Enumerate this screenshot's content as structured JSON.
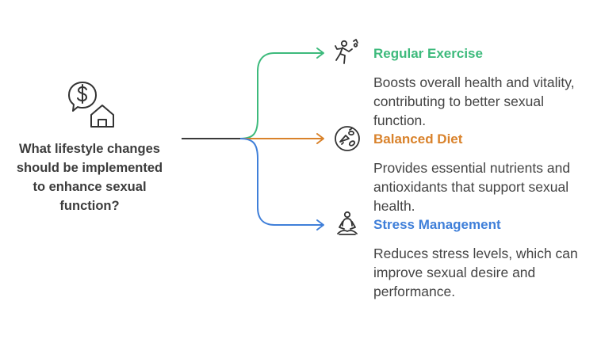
{
  "question": {
    "text": "What lifestyle changes should be implemented to enhance sexual function?",
    "icon": "money-house-icon"
  },
  "branches": [
    {
      "title": "Regular Exercise",
      "description": "Boosts overall health and vitality, contributing to better sexual function.",
      "color": "#3dba7c",
      "icon": "exercise-icon"
    },
    {
      "title": "Balanced Diet",
      "description": "Provides essential nutrients and antioxidants that support sexual health.",
      "color": "#d9822b",
      "icon": "diet-icon"
    },
    {
      "title": "Stress Management",
      "description": "Reduces stress levels, which can improve sexual desire and performance.",
      "color": "#3f7fd9",
      "icon": "meditation-icon"
    }
  ],
  "colors": {
    "stem": "#3a3a3a",
    "icon_stroke": "#333333"
  }
}
